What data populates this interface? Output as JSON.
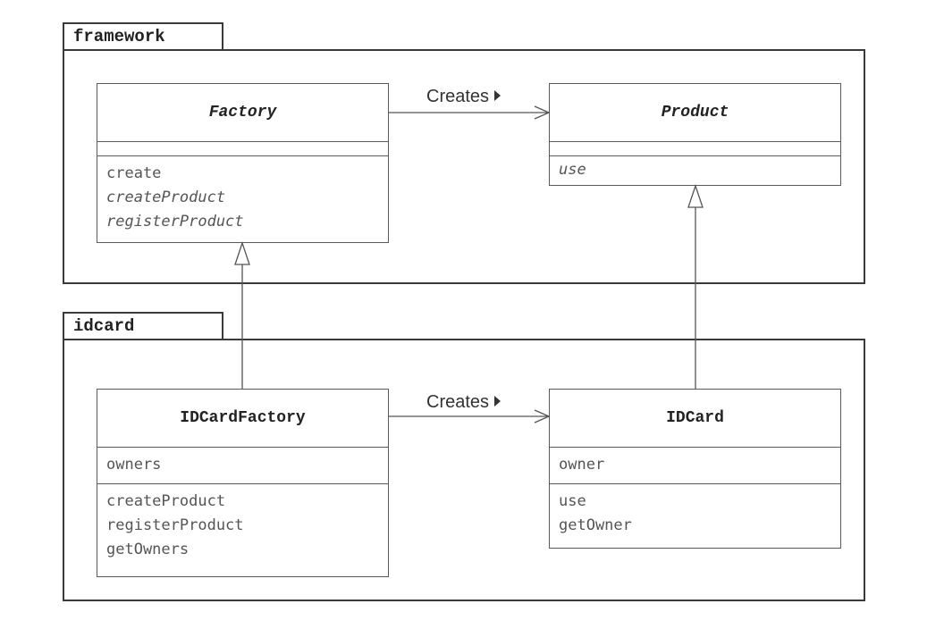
{
  "packages": [
    {
      "id": "framework",
      "label": "framework"
    },
    {
      "id": "idcard",
      "label": "idcard"
    }
  ],
  "classes": {
    "factory": {
      "name": "Factory",
      "abstract": true,
      "attributes": [],
      "operations": [
        {
          "label": "create",
          "abstract": false
        },
        {
          "label": "createProduct",
          "abstract": true
        },
        {
          "label": "registerProduct",
          "abstract": true
        }
      ]
    },
    "product": {
      "name": "Product",
      "abstract": true,
      "attributes": [],
      "operations": [
        {
          "label": "use",
          "abstract": true
        }
      ]
    },
    "idcardfactory": {
      "name": "IDCardFactory",
      "abstract": false,
      "attributes": [
        "owners"
      ],
      "operations": [
        {
          "label": "createProduct",
          "abstract": false
        },
        {
          "label": "registerProduct",
          "abstract": false
        },
        {
          "label": "getOwners",
          "abstract": false
        }
      ]
    },
    "idcard": {
      "name": "IDCard",
      "abstract": false,
      "attributes": [
        "owner"
      ],
      "operations": [
        {
          "label": "use",
          "abstract": false
        },
        {
          "label": "getOwner",
          "abstract": false
        }
      ]
    }
  },
  "associations": [
    {
      "id": "factory-creates-product",
      "label": "Creates"
    },
    {
      "id": "idcardfactory-creates-idcard",
      "label": "Creates"
    }
  ]
}
